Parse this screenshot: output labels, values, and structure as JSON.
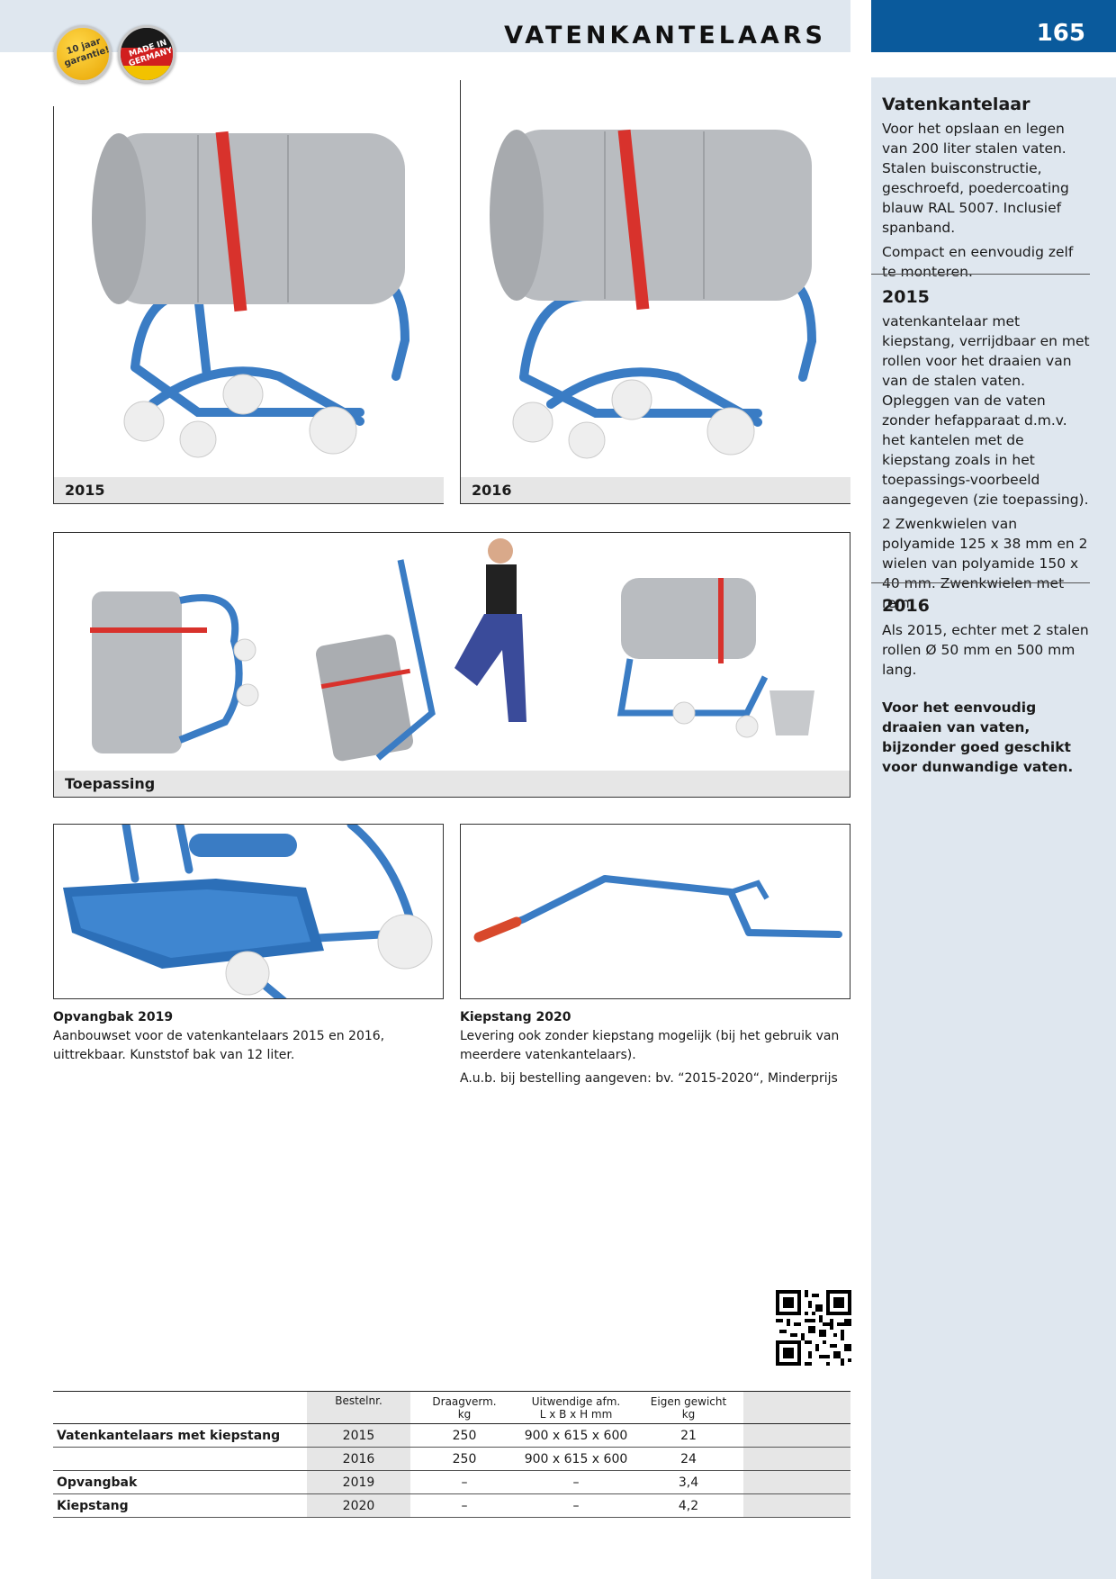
{
  "header": {
    "title": "VATENKANTELAARS",
    "page_number": "165",
    "badge_warranty": "10 jaar garantie!",
    "badge_germany": "MADE IN GERMANY"
  },
  "photos": {
    "caption_2015": "2015",
    "caption_2016": "2016",
    "caption_usage": "Toepassing"
  },
  "accessories": {
    "opvangbak_title": "Opvangbak 2019",
    "opvangbak_text": "Aanbouwset voor de vatenkantelaars 2015 en 2016, uittrekbaar. Kunststof bak van 12 liter.",
    "kiepstang_title": "Kiepstang 2020",
    "kiepstang_text": "Levering ook zonder kiepstang mogelijk (bij het gebruik van meerdere vatenkantelaars).",
    "kiepstang_note": "A.u.b. bij bestelling aangeven: bv. “2015-2020“, Minderprijs"
  },
  "sidebar": {
    "intro_heading": "Vatenkantelaar",
    "intro_text_1": "Voor het opslaan en legen van 200 liter stalen vaten. Stalen buisconstructie, geschroefd, poedercoating blauw RAL 5007. Inclusief spanband.",
    "intro_text_2": "Compact en eenvoudig zelf te monteren.",
    "s2015_heading": "2015",
    "s2015_text_1": "vatenkantelaar met kiepstang, verrijdbaar en met rollen voor het draaien van van de stalen vaten. Opleggen van de vaten zonder hefapparaat d.m.v. het kantelen met de kiepstang zoals in het toepassings-voorbeeld aangegeven (zie toepassing).",
    "s2015_text_2": "2 Zwenkwielen van polyamide 125 x 38 mm en 2 wielen van polyamide 150 x 40 mm. Zwenkwielen met rem.",
    "s2016_heading": "2016",
    "s2016_text": "Als 2015, echter met 2 stalen rollen Ø 50 mm en 500 mm lang.",
    "highlight": "Voor het eenvoudig draaien van vaten, bijzonder goed geschikt voor dunwandige vaten."
  },
  "table": {
    "headers": {
      "bestelnr": "Bestelnr.",
      "draagverm": "Draagverm.",
      "draagverm_unit": "kg",
      "afm": "Uitwendige afm.",
      "afm_unit": "L x B x H mm",
      "gewicht": "Eigen gewicht",
      "gewicht_unit": "kg"
    },
    "rows": [
      {
        "name": "Vatenkantelaars met kiepstang",
        "nr": "2015",
        "draag": "250",
        "afm": "900 x 615 x 600",
        "gewicht": "21"
      },
      {
        "name": "",
        "nr": "2016",
        "draag": "250",
        "afm": "900 x 615 x 600",
        "gewicht": "24"
      },
      {
        "name": "Opvangbak",
        "nr": "2019",
        "draag": "–",
        "afm": "–",
        "gewicht": "3,4"
      },
      {
        "name": "Kiepstang",
        "nr": "2020",
        "draag": "–",
        "afm": "–",
        "gewicht": "4,2"
      }
    ]
  },
  "colors": {
    "brand_blue": "#0a5a9c",
    "frame_blue": "#3a7cc4",
    "drum_grey": "#b9bcc0",
    "strap_red": "#d8322c",
    "sidebar_bg": "#dfe7ef"
  }
}
